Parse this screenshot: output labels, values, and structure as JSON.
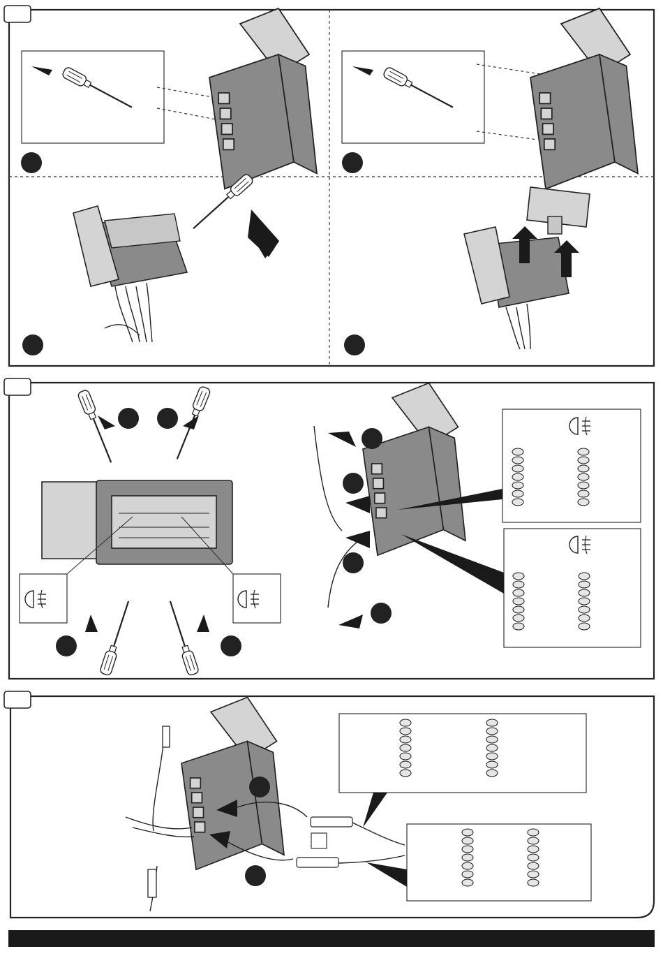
{
  "figure": {
    "panels": [
      {
        "id": "panel-1",
        "steps": 4
      },
      {
        "id": "panel-2",
        "steps": 4
      },
      {
        "id": "panel-3",
        "steps": 2
      }
    ],
    "icons": [
      "screwdriver-icon",
      "fog-light-icon",
      "pin-table-icon",
      "connector-icon",
      "push-arrow-icon"
    ]
  },
  "colors": {
    "line": "#222222",
    "housing": "#8a8a8a",
    "footer_bar": "#1a1a1a"
  }
}
